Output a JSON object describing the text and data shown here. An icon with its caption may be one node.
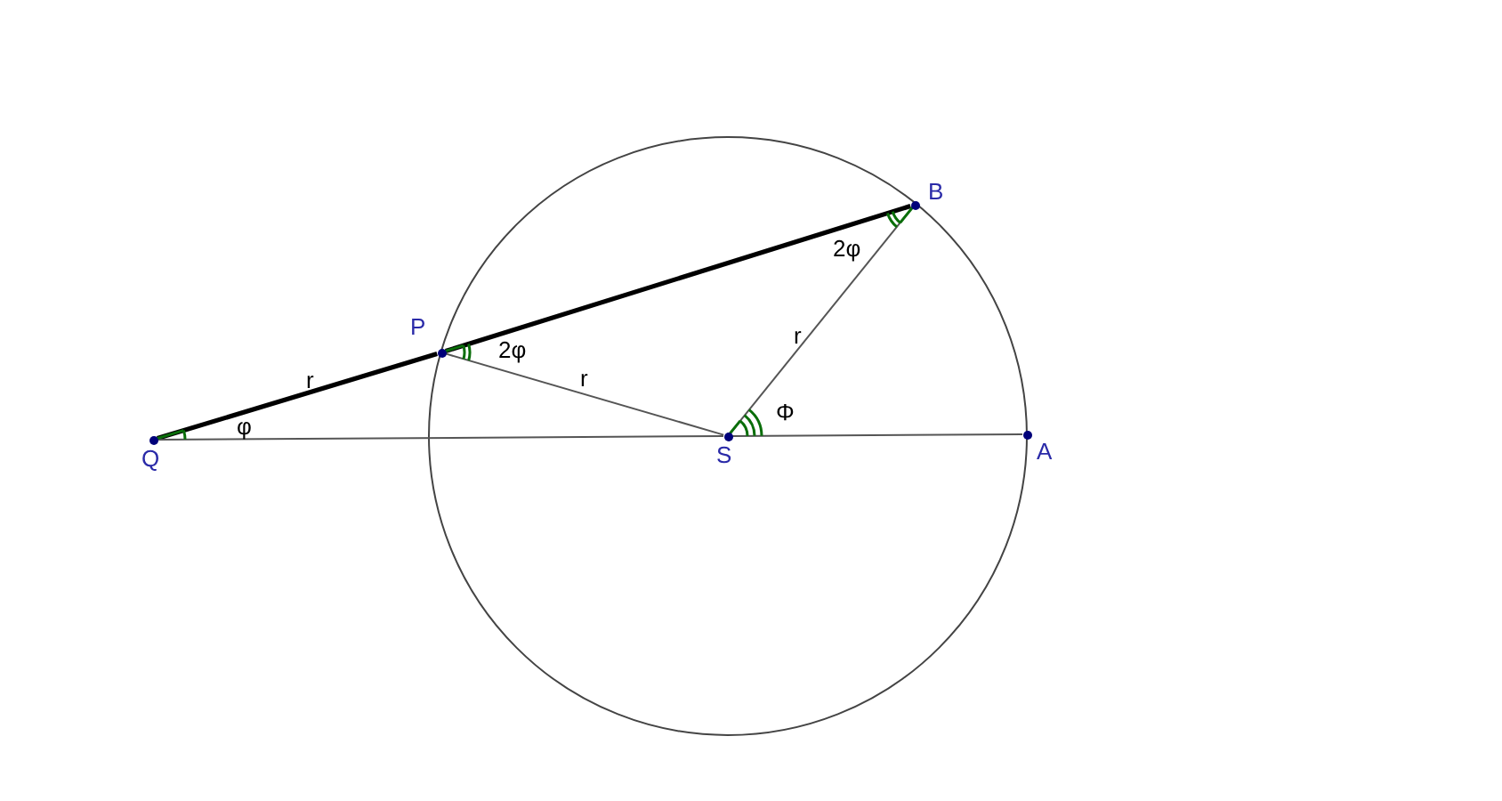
{
  "diagram": {
    "nodes": [
      {
        "text": [
          "B"
        ]
      },
      {
        "text": [
          "P"
        ]
      },
      {
        "text": [
          "Q"
        ]
      },
      {
        "text": [
          "S"
        ]
      },
      {
        "text": [
          "A"
        ]
      }
    ],
    "edges": [
      {
        "from": 2,
        "to": 1,
        "arrow": "none",
        "label": "r",
        "style": "thick",
        "color": "#000000"
      },
      {
        "from": 1,
        "to": 0,
        "arrow": "none",
        "style": "thick",
        "color": "#000000"
      },
      {
        "from": 1,
        "to": 3,
        "arrow": "none",
        "label": "r"
      },
      {
        "from": 3,
        "to": 0,
        "arrow": "none",
        "label": "r"
      },
      {
        "from": 2,
        "to": 3,
        "arrow": "none"
      },
      {
        "from": 3,
        "to": 4,
        "arrow": "none"
      }
    ],
    "labels": [
      "2φ",
      "2φ",
      "Φ",
      "φ"
    ]
  }
}
